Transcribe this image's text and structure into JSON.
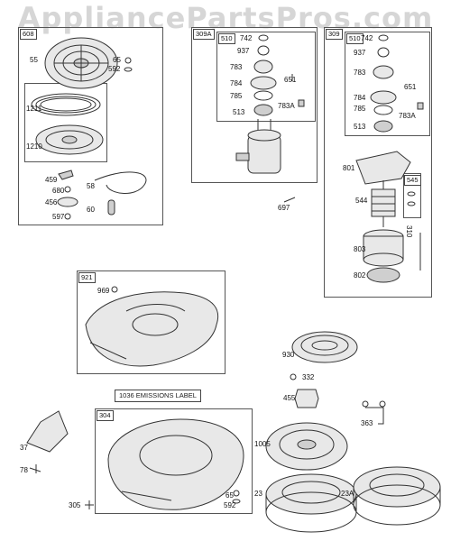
{
  "watermark": "AppliancePartsPros.com",
  "group_tags": {
    "g608": "608",
    "g309a": "309A",
    "g510a": "510",
    "g309": "309",
    "g510b": "510",
    "g545": "545",
    "g921": "921",
    "g304": "304"
  },
  "emissions_label": "1036 EMISSIONS LABEL",
  "part_labels": {
    "p55": "55",
    "p65a": "65",
    "p592a": "592",
    "p1211": "1211",
    "p1210": "1210",
    "p459": "459",
    "p58": "58",
    "p680": "680",
    "p456": "456",
    "p60": "60",
    "p597": "597",
    "p742a": "742",
    "p937a": "937",
    "p783a": "783",
    "p651a": "651",
    "p784a": "784",
    "p785a": "785",
    "p783Aa": "783A",
    "p513a": "513",
    "p697": "697",
    "p742b": "742",
    "p937b": "937",
    "p783b": "783",
    "p651b": "651",
    "p784b": "784",
    "p785b": "785",
    "p783Ab": "783A",
    "p513b": "513",
    "p801": "801",
    "p544": "544",
    "p803": "803",
    "p310": "310",
    "p802": "802",
    "p969": "969",
    "p930": "930",
    "p332": "332",
    "p455": "455",
    "p363": "363",
    "p37": "37",
    "p78": "78",
    "p1005": "1005",
    "p65b": "65",
    "p592b": "592",
    "p305": "305",
    "p23": "23",
    "p23A": "23A"
  }
}
